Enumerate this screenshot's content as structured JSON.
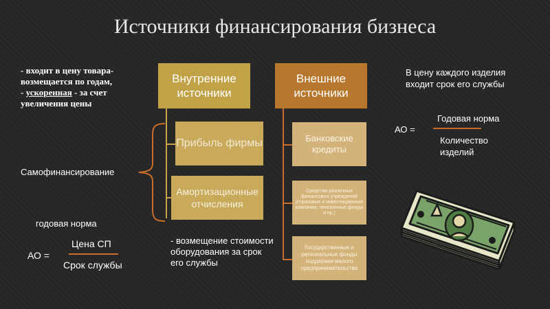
{
  "title": "Источники финансирования бизнеса",
  "left_note": {
    "line1": "- входит в цену товара-",
    "line2": "возмещается по годам,",
    "line3_pre": "- ",
    "line3_u": "ускоренная",
    "line3_post": " - за счет",
    "line4": "увеличения цены"
  },
  "self_financing": "Самофинансирование",
  "internal": {
    "header": "Внутренние источники",
    "items": [
      "Прибыль фирмы",
      "Амортизационные отчисления"
    ]
  },
  "external": {
    "header": "Внешние источники",
    "items": [
      "Банковские кредиты",
      "Средства различных финансовых учреждений (страховые и инвестиционные компании, пенсионные фонды и пр.)",
      "Государственные и региональные фонды поддержки малого предпринимательства"
    ]
  },
  "bottom_left": {
    "label": "годовая норма",
    "ao": "АО =",
    "numerator": "Цена СП",
    "denominator": "Срок службы"
  },
  "reimbursement_note": "- возмещение стоимости оборудования за срок его службы",
  "right_note": "В цену каждого изделия входит срок его службы",
  "right_formula": {
    "ao": "АО =",
    "numerator": "Годовая норма",
    "denominator": "Количество изделий"
  },
  "colors": {
    "internal_header": "#c1a247",
    "internal_sub": "#c9a95a",
    "external_header": "#b7772d",
    "external_sub": "#d4b37a"
  }
}
